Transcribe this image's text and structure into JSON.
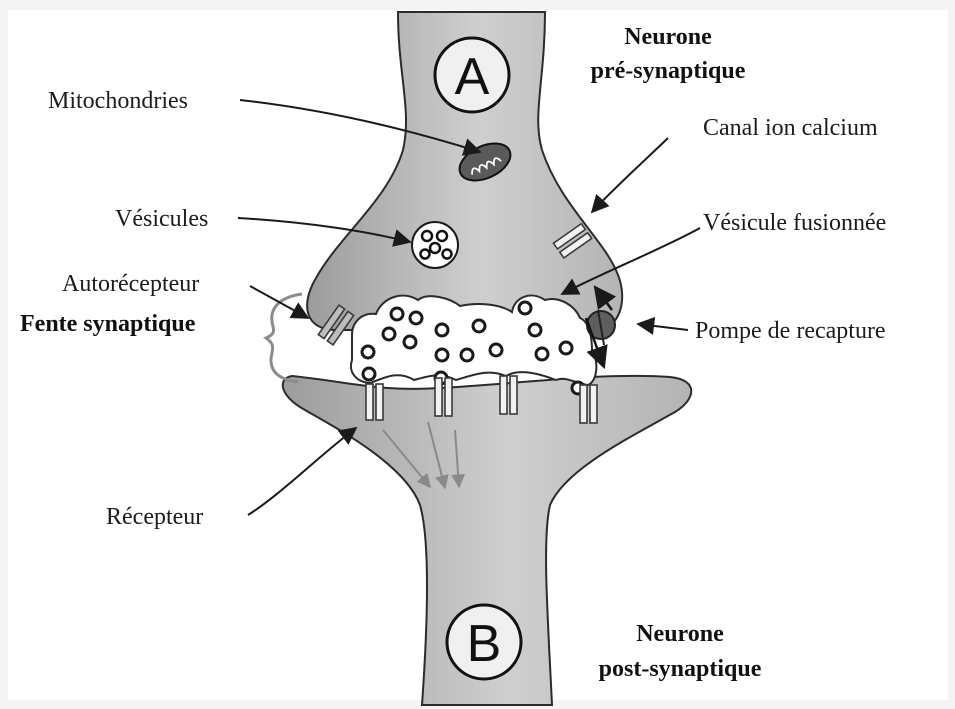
{
  "colors": {
    "neuron_light": "#cfcfcf",
    "neuron_dark": "#9c9c9c",
    "outline": "#2b2b2b",
    "cleft": "#ffffff",
    "pump": "#5a5a5a"
  },
  "neurons": {
    "pre": {
      "letter": "A",
      "title_line1": "Neurone",
      "title_line2": "pré-synaptique"
    },
    "post": {
      "letter": "B",
      "title_line1": "Neurone",
      "title_line2": "post-synaptique"
    }
  },
  "labels": {
    "mitochondries": "Mitochondries",
    "vesicules": "Vésicules",
    "autorecepteur": "Autorécepteur",
    "fente": "Fente synaptique",
    "recepteur": "Récepteur",
    "canal": "Canal ion calcium",
    "vesicule_fusionnee": "Vésicule fusionnée",
    "pompe": "Pompe de recapture"
  }
}
